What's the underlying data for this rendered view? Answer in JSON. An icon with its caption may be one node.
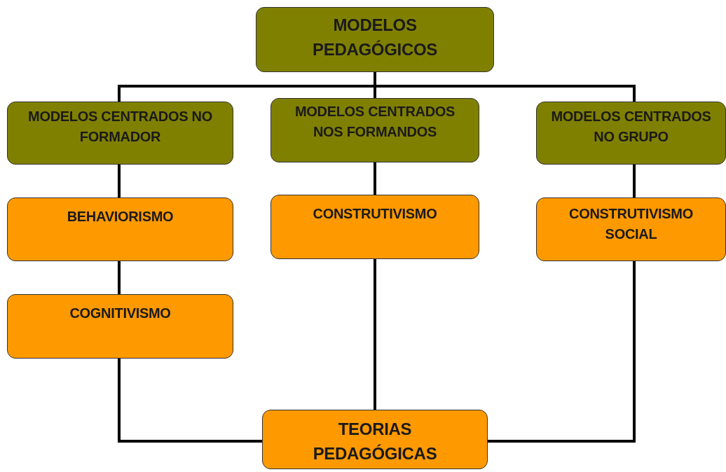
{
  "diagram": {
    "nodes": [
      {
        "text": [
          "MODELOS PEDAGÓGICOS"
        ]
      },
      {
        "text": [
          "MODELOS CENTRADOS NO FORMADOR"
        ]
      },
      {
        "text": [
          "MODELOS CENTRADOS NOS FORMANDOS"
        ]
      },
      {
        "text": [
          "MODELOS CENTRADOS NO GRUPO"
        ]
      },
      {
        "text": [
          "BEHAVIORISMO"
        ]
      },
      {
        "text": [
          "COGNITIVISMO"
        ]
      },
      {
        "text": [
          "CONSTRUTIVISMO"
        ]
      },
      {
        "text": [
          "CONSTRUTIVISMO SOCIAL"
        ]
      },
      {
        "text": [
          "TEORIAS PEDAGÓGICAS"
        ]
      }
    ],
    "edges": [
      {
        "from": 0,
        "to": 1,
        "arrow": "none"
      },
      {
        "from": 0,
        "to": 2,
        "arrow": "none"
      },
      {
        "from": 0,
        "to": 3,
        "arrow": "none"
      },
      {
        "from": 1,
        "to": 4,
        "arrow": "none"
      },
      {
        "from": 4,
        "to": 5,
        "arrow": "none"
      },
      {
        "from": 2,
        "to": 6,
        "arrow": "none"
      },
      {
        "from": 3,
        "to": 7,
        "arrow": "none"
      },
      {
        "from": 5,
        "to": 8,
        "arrow": "none"
      },
      {
        "from": 6,
        "to": 8,
        "arrow": "none"
      },
      {
        "from": 7,
        "to": 8,
        "arrow": "none"
      }
    ]
  }
}
